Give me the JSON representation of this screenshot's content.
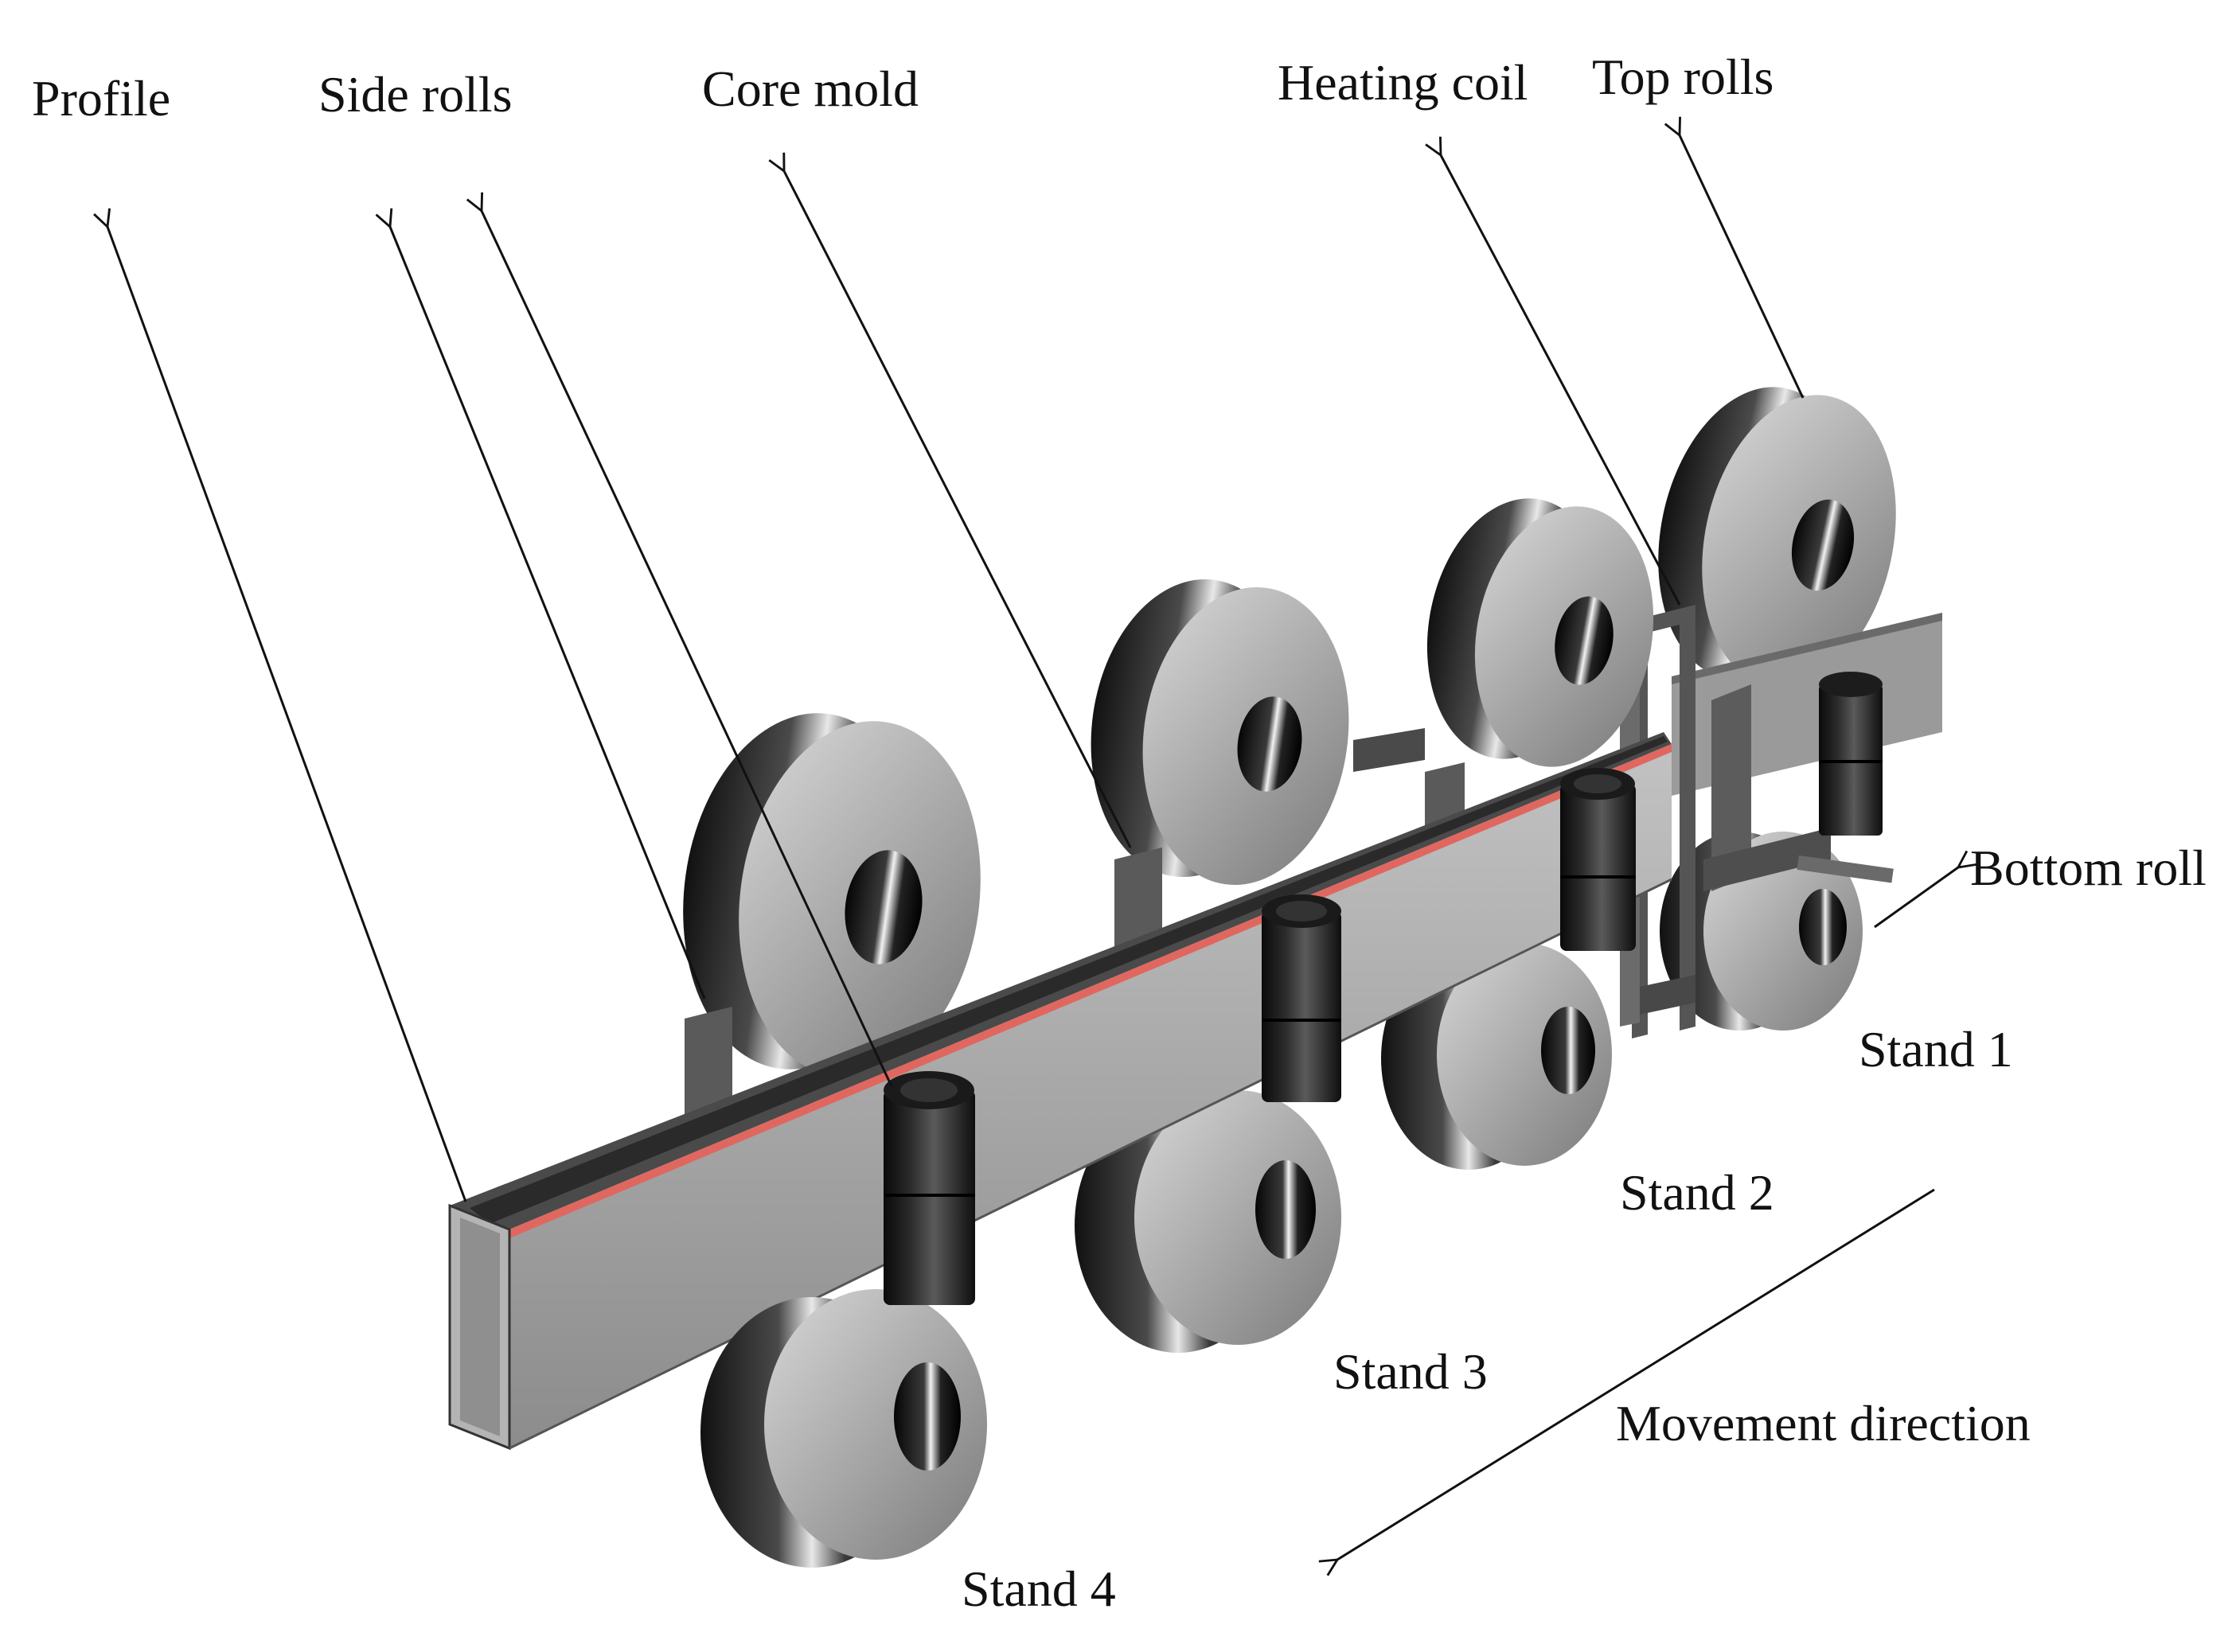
{
  "labels": {
    "profile": "Profile",
    "side_rolls": "Side rolls",
    "core_mold": "Core mold",
    "heating_coil": "Heating coil",
    "top_rolls": "Top rolls",
    "bottom_roll": "Bottom roll",
    "stand_1": "Stand 1",
    "stand_2": "Stand 2",
    "stand_3": "Stand 3",
    "stand_4": "Stand 4",
    "movement_direction": "Movement direction"
  },
  "colors": {
    "roll_dark": "#1a1a1a",
    "roll_light": "#b5b5b5",
    "profile_face": "#a8a8a8",
    "profile_top": "#6e6e6e",
    "seam_red": "#e0675f",
    "bracket": "#5c5c5c",
    "leader_line": "#111111"
  }
}
